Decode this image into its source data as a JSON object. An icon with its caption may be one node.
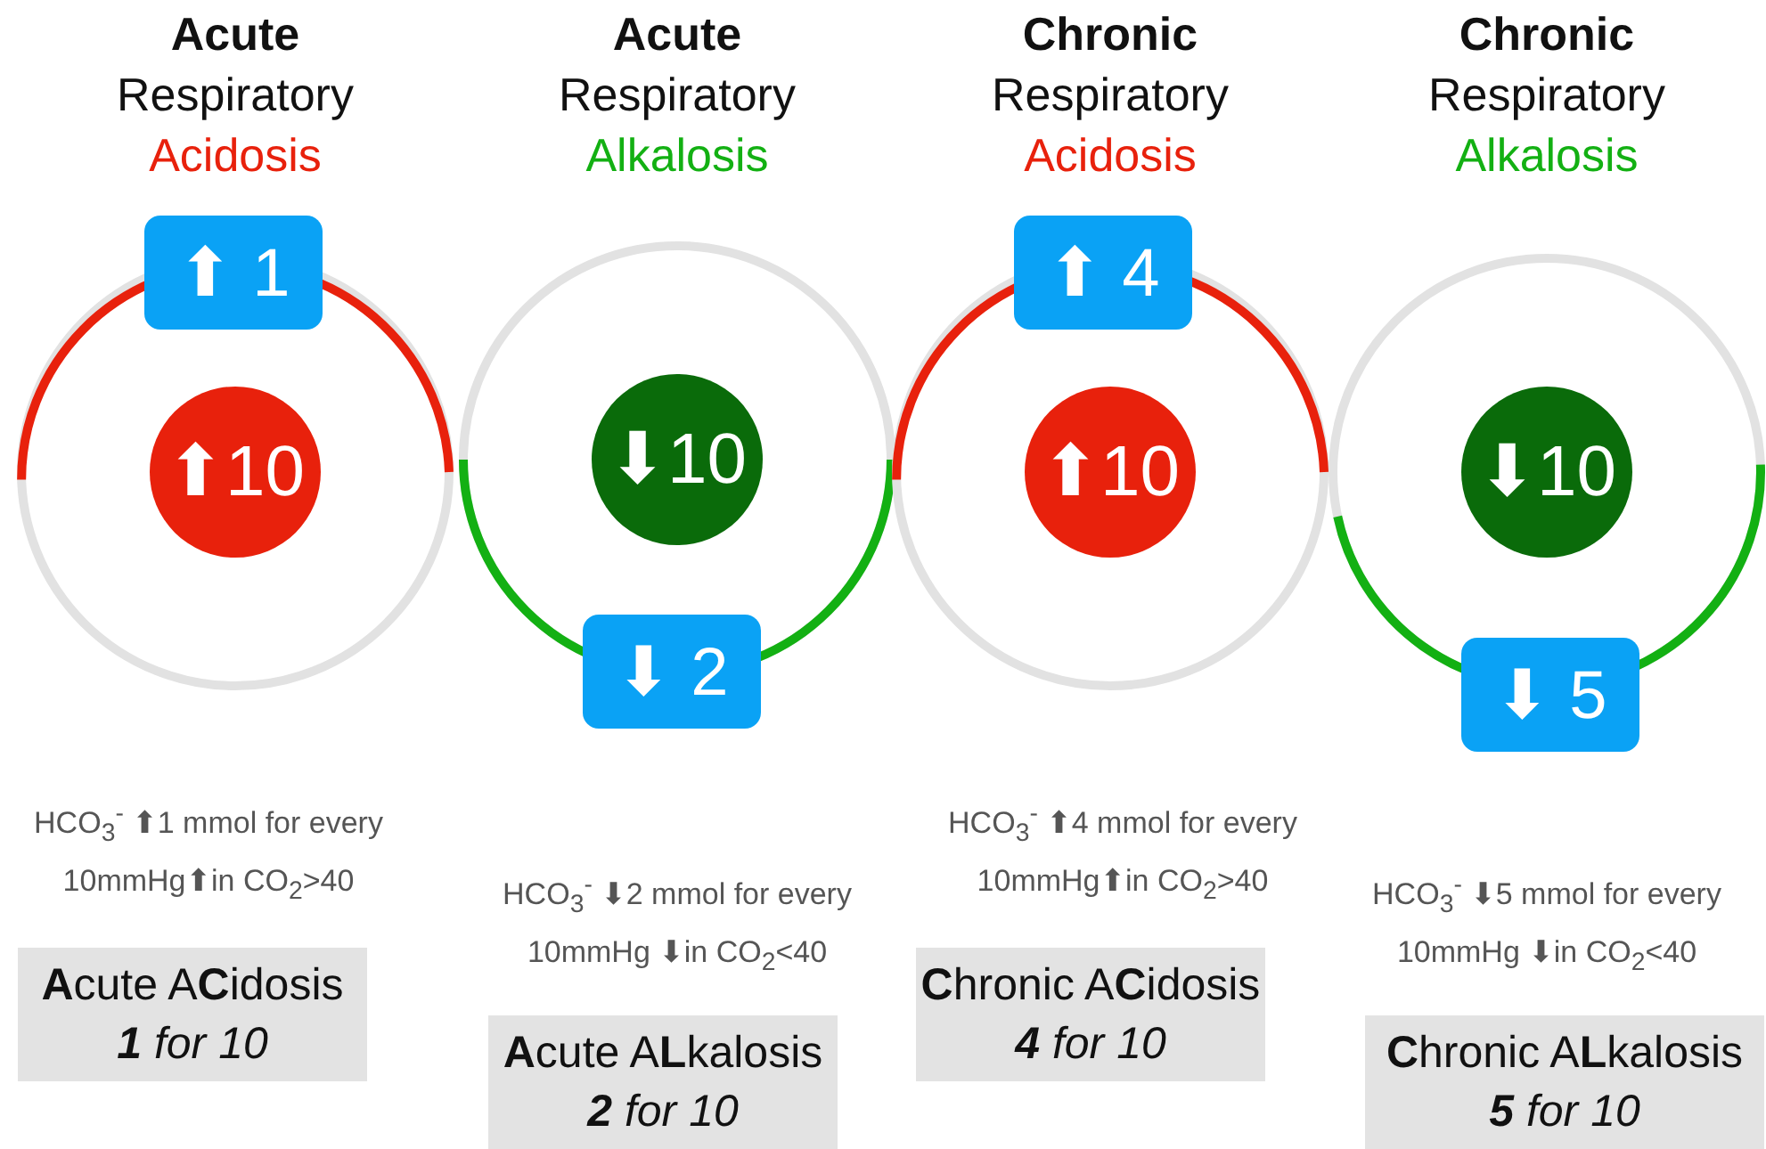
{
  "diagram": {
    "nodes": [
      {
        "text": [
          "⬆ 1"
        ]
      },
      {
        "text": [
          "⬆10"
        ]
      },
      {
        "text": [
          "**A**cute A**C**idosis",
          "**1** for 10"
        ]
      },
      {
        "text": [
          "⬇ 2"
        ]
      },
      {
        "text": [
          "⬇10"
        ]
      },
      {
        "text": [
          "**A**cute A**L**kalosis",
          "**2** for 10"
        ]
      },
      {
        "text": [
          "⬆ 4"
        ]
      },
      {
        "text": [
          "⬆10"
        ]
      },
      {
        "text": [
          "**C**hronic A**C**idosis",
          "**4** for 10"
        ]
      },
      {
        "text": [
          "⬇ 5"
        ]
      },
      {
        "text": [
          "⬇10"
        ]
      },
      {
        "text": [
          "**C**hronic A**L**kalosis",
          "**5** for 10"
        ]
      }
    ],
    "labels": [
      "Acute",
      "Respiratory",
      "Acidosis",
      "Acute",
      "Respiratory",
      "Alkalosis",
      "Chronic",
      "Respiratory",
      "Acidosis",
      "Chronic",
      "Respiratory",
      "Alkalosis",
      "HCO$_{3}$$^{-}$ ⬆1 mmol for every",
      "10mmHg⬆in CO$_{2}$>40",
      "HCO$_{3}$$^{-}$ ⬇2 mmol for every",
      "10mmHg ⬇in CO$_{2}$<40",
      "HCO$_{3}$$^{-}$ ⬆4 mmol for every",
      "10mmHg⬆in CO$_{2}$>40",
      "HCO$_{3}$$^{-}$ ⬇5 mmol for every",
      "10mmHg ⬇in CO$_{2}$<40"
    ]
  }
}
